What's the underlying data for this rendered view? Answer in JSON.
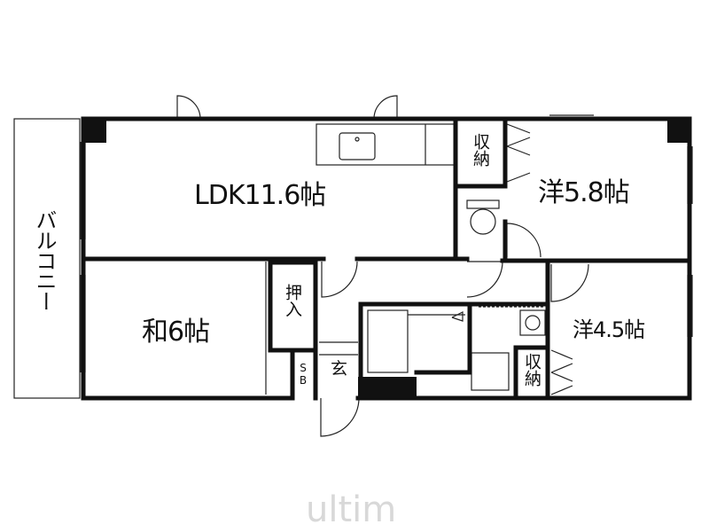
{
  "rooms": {
    "ldk": "LDK11.6帖",
    "western_large": "洋5.8帖",
    "western_small": "洋4.5帖",
    "japanese": "和6帖",
    "balcony": "バルコニー",
    "storage_upper": "収納",
    "storage_lower": "収納",
    "closet": "押入",
    "shoe_box": "SB",
    "entrance": "玄"
  },
  "watermark": "ultim"
}
